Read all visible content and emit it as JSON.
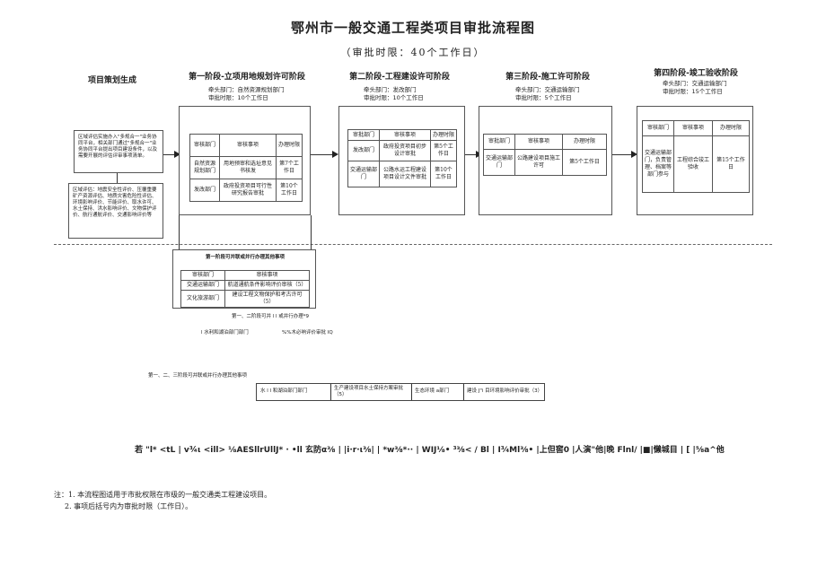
{
  "title": "鄂州市一般交通工程类项目审批流程图",
  "subtitle": "（审批时限：40个工作日）",
  "planning": {
    "label": "项目策划生成",
    "box1": "区域评估实施办入\"多规合一\"业务协同平台，相关部门通过\"多规合一\"业务协同平台提出项目建设条件，以及需要开展的评估评审事项清单。",
    "box2": "区域评估：地震安全性评价、压覆重要矿产资源评估、地质灾害危险性评估、环境影响评价、节能评价、取水许可、水土保持、洪水影响评价、文物保护评价、航行通航评价、交通影响评价等"
  },
  "stage1": {
    "title": "第一阶段-立项用地规划许可阶段",
    "lead": "牵头部门：自然资源规划部门",
    "time": "审批时限：10个工作日",
    "headers": [
      "审核部门",
      "审核事项",
      "办理时限"
    ],
    "rows": [
      [
        "自然资源规划部门",
        "用地预审和选址意见书核发",
        "第7个工作日"
      ],
      [
        "发改部门",
        "政府投资项目可行性研究报告审批",
        "第10个工作日"
      ]
    ]
  },
  "stage2": {
    "title": "第二阶段-工程建设许可阶段",
    "lead": "牵头部门：发改部门",
    "time": "审批时限：10个工作日",
    "headers": [
      "审批部门",
      "审核事项",
      "办理时限"
    ],
    "rows": [
      [
        "发改部门",
        "政府投资项目初步设计审批",
        "第5个工作日"
      ],
      [
        "交通运输部门",
        "公路水运工程建设项目设计文件审批",
        "第10个工作日"
      ]
    ]
  },
  "stage3": {
    "title": "第三阶段-施工许可阶段",
    "lead": "牵头部门：交通运输部门",
    "time": "审批时限：5个工作日",
    "headers": [
      "审批部门",
      "审核事项",
      "办理时限"
    ],
    "rows": [
      [
        "交通运输部门",
        "公路建设项目施工许可",
        "第5个工作日"
      ]
    ]
  },
  "stage4": {
    "title": "第四阶段-竣工验收阶段",
    "lead": "牵头部门：交通运输部门",
    "time": "审批时限：15个工作日",
    "headers": [
      "审核部门",
      "审核事项",
      "办理时限"
    ],
    "rows": [
      [
        "交通运输部门，负责管理、档案等部门参与",
        "工程综合竣工验收",
        "第15个工作日"
      ]
    ]
  },
  "parallel": {
    "title": "第一阶段可并联或并行办理其他事项",
    "headers": [
      "审核部门",
      "审核事项"
    ],
    "rows": [
      [
        "交通运输部门",
        "航道通航条件影响评价审核（5）"
      ],
      [
        "文化旅游部门",
        "建设工程文物保护和考古许可（5）"
      ]
    ]
  },
  "caption1": "第一、二阶段可并 l l 或并行办理*9",
  "row_small_left": "l 水利和湖泊部门部门",
  "row_small_right": "%%木必响评价审批 IQ",
  "caption2": "第一、二、三阶段可并联或并行办理其他事项",
  "row_mid": [
    "水 l l 和湖泊部门部门",
    "生产建设项目水土保持方案审批（5）",
    "生态环境 a部门",
    "建设 J\"i 目环境影响评价审批（3）"
  ],
  "garbled_line": "若 \"l* <tL | v¾ι <ill> ⅛AESllrUllJ* · •ll 玄防α⅜ | |i·r·ι⅜| | *w⅜*·· | WIJ⅛• ³⅜< / Bl | I³⁄₄Ml⅜• |上但窖0 |人演\"他|晚 Flnl/ |■|懒城目 | [ |⅝a^他",
  "notes": [
    "注：1. 本流程图适用于市批权限在市级的一般交通类工程建设项目。",
    "2. 事项后括号内为审批时限（工作日）。"
  ]
}
